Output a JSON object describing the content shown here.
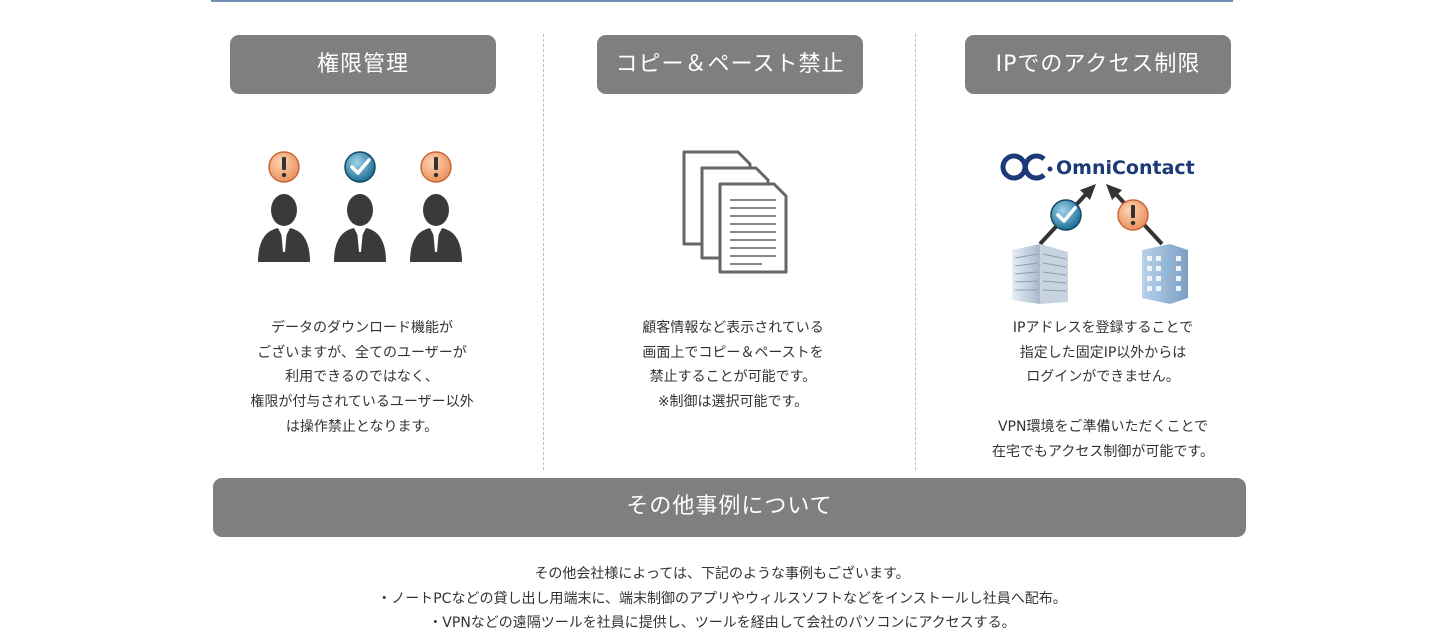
{
  "columns": [
    {
      "heading": "権限管理",
      "description": "データのダウンロード機能が\nございますが、全てのユーザーが\n利用できるのではなく、\n権限が付与されているユーザー以外\nは操作禁止となります。",
      "icons": [
        "warning-icon",
        "check-icon",
        "warning-icon",
        "user-icon"
      ]
    },
    {
      "heading": "コピー＆ペースト禁止",
      "description": "顧客情報など表示されている\n画面上でコピー＆ペーストを\n禁止することが可能です。\n※制御は選択可能です。",
      "icons": [
        "document-stack-icon"
      ]
    },
    {
      "heading": "IPでのアクセス制限",
      "description": "IPアドレスを登録することで\n指定した固定IP以外からは\nログインができません。\n\nVPN環境をご準備いただくことで\n在宅でもアクセス制御が可能です。",
      "logo_text": "OmniContact",
      "icons": [
        "building-icon",
        "check-icon",
        "warning-icon",
        "arrow-icon"
      ]
    }
  ],
  "other": {
    "heading": "その他事例について",
    "lines": [
      "その他会社様によっては、下記のような事例もございます。",
      "・ノートPCなどの貸し出し用端末に、端末制御のアプリやウィルスソフトなどをインストールし社員へ配布。",
      "・VPNなどの遠隔ツールを社員に提供し、ツールを経由して会社のパソコンにアクセスする。"
    ]
  },
  "colors": {
    "header_bg": "#7f7f7f",
    "top_rule": "#6f8fb6",
    "warning": "#e9935f",
    "check": "#1e6f96",
    "person": "#3a3a3a",
    "logo": "#1d3a78"
  }
}
